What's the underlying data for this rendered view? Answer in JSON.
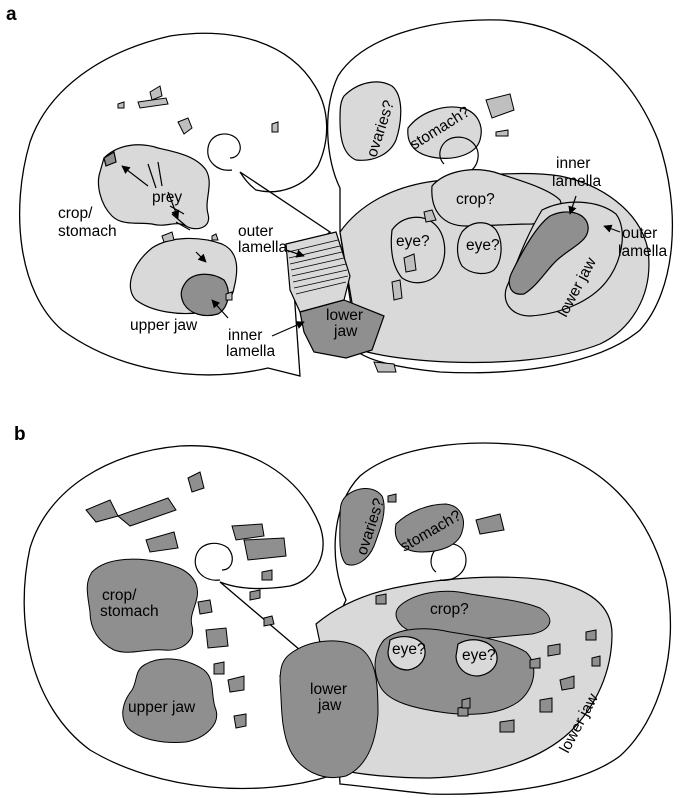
{
  "panel_a": {
    "letter": "a",
    "labels": {
      "crop_stomach_1": "crop/",
      "crop_stomach_2": "stomach",
      "prey": "prey",
      "outer_lamella_left_1": "outer",
      "outer_lamella_left_2": "lamella",
      "upper_jaw": "upper jaw",
      "inner_lamella_left_1": "inner",
      "inner_lamella_left_2": "lamella",
      "lower_jaw_center_1": "lower",
      "lower_jaw_center_2": "jaw",
      "ovaries": "ovaries?",
      "stomach": "stomach?",
      "crop": "crop?",
      "eye1": "eye?",
      "eye2": "eye?",
      "inner_lamella_right_1": "inner",
      "inner_lamella_right_2": "lamella",
      "outer_lamella_right_1": "outer",
      "outer_lamella_right_2": "lamella",
      "lower_jaw_right": "lower jaw"
    }
  },
  "panel_b": {
    "letter": "b",
    "labels": {
      "crop_stomach_1": "crop/",
      "crop_stomach_2": "stomach",
      "upper_jaw": "upper jaw",
      "lower_jaw_1": "lower",
      "lower_jaw_2": "jaw",
      "ovaries": "ovaries?",
      "stomach": "stomach?",
      "crop": "crop?",
      "eye1": "eye?",
      "eye2": "eye?",
      "lower_jaw_right": "lower jaw"
    }
  }
}
